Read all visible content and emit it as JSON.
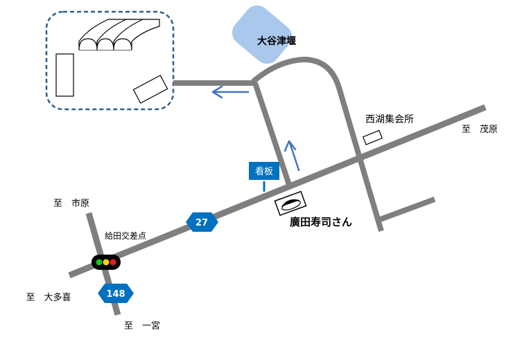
{
  "labels": {
    "otsuzeki": "大谷津堰",
    "seiko_hall": "西湖集会所",
    "to_mohara": "至　茂原",
    "signboard": "看板",
    "shop": "廣田寿司さん",
    "to_ichihara": "至　市原",
    "kyuden_intersection": "給田交差点",
    "to_otaki": "至　大多喜",
    "to_ichinomiya": "至　一宮"
  },
  "routes": {
    "main": "27",
    "cross": "148"
  },
  "colors": {
    "road": "#7f7f7f",
    "arrow": "#4472c4",
    "route_badge": "#0070c0",
    "pond": "#a9c8ec",
    "parking_border": "#2f5d8c",
    "signal_red": "#e02020",
    "signal_yellow": "#ffd000",
    "signal_green": "#20c020"
  }
}
